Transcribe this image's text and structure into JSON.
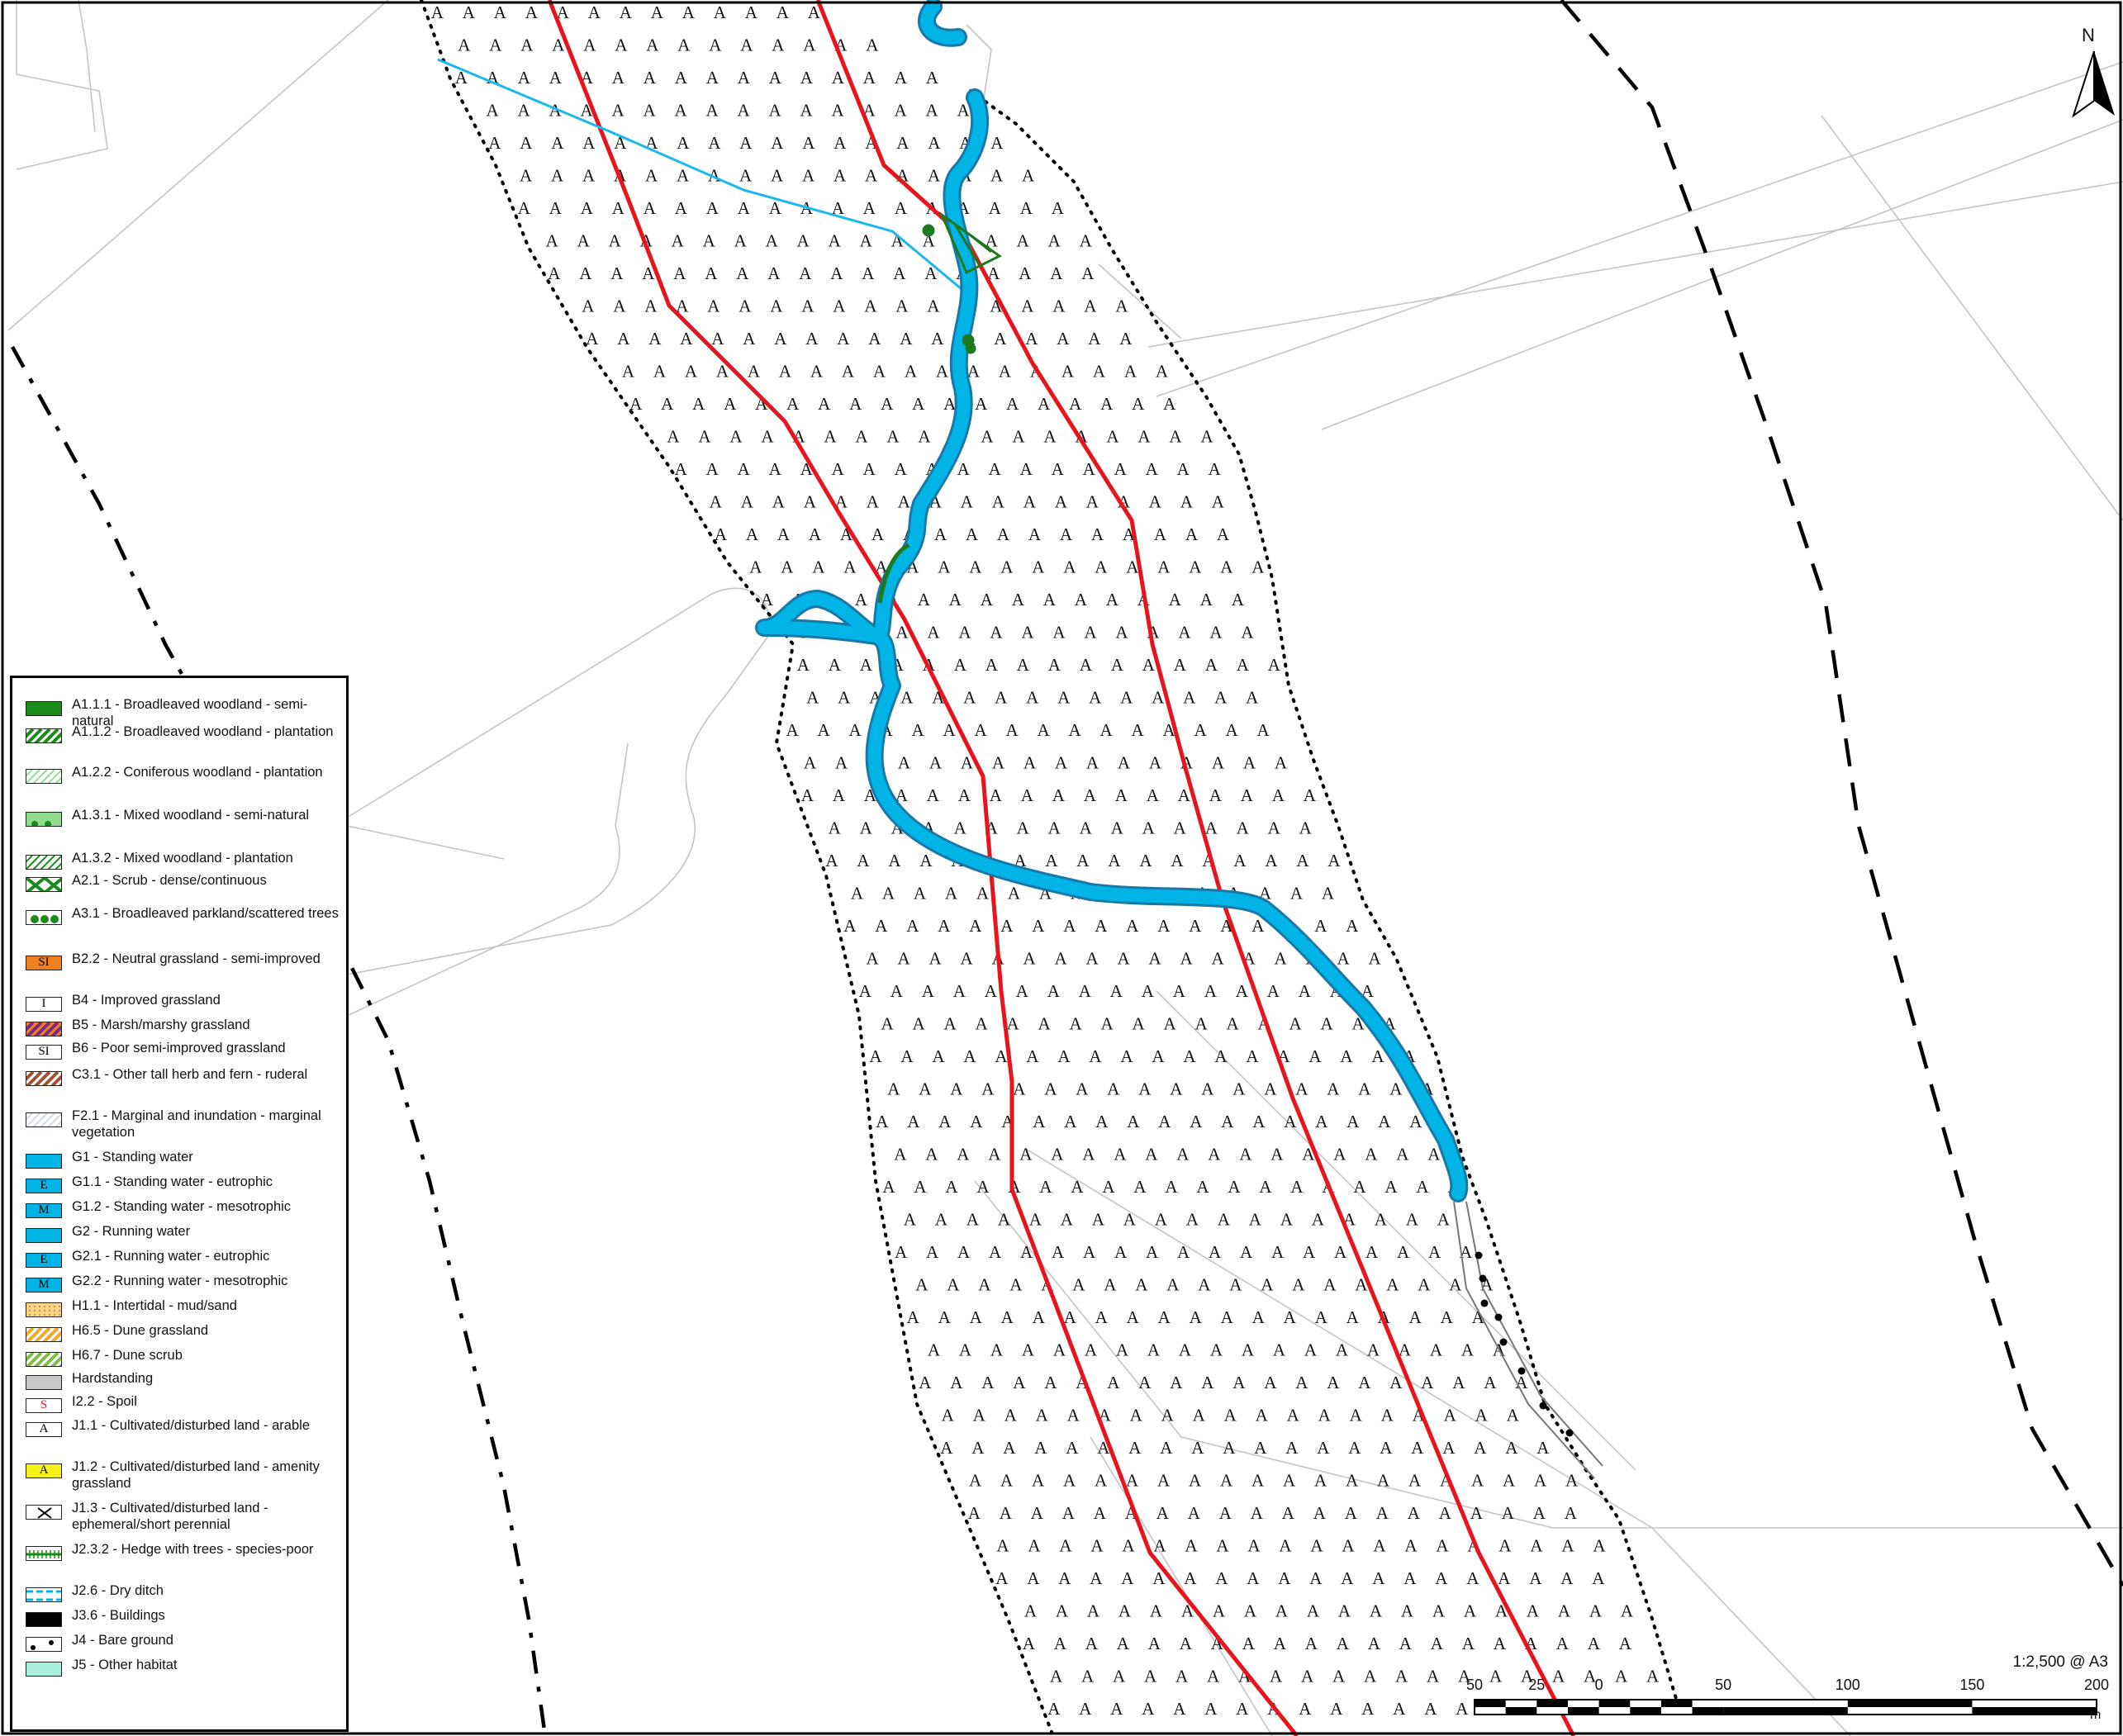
{
  "map": {
    "north_label": "N",
    "scale_text": "1:2,500 @ A3",
    "scale_ticks": [
      "50",
      "25",
      "0",
      "50",
      "100",
      "150",
      "200"
    ],
    "scale_unit": "m",
    "field_code": "A",
    "colors": {
      "red_boundary": "#e8141b",
      "river": "#00b4e6",
      "river_outline": "#1a78a8",
      "woodland": "#1e7a1e",
      "light_line": "#c0c0c0"
    }
  },
  "legend": [
    {
      "code": "",
      "label": "A1.1.1 - Broadleaved woodland - semi-natural",
      "fill": "#1a8a1a",
      "pattern": "solid"
    },
    {
      "code": "",
      "label": "A1.1.2 - Broadleaved woodland - plantation",
      "fill": "#1a8a1a",
      "pattern": "hatch"
    },
    {
      "code": "",
      "label": "A1.2.2 - Coniferous woodland - plantation",
      "fill": "#8fdc8f",
      "pattern": "hatch-light"
    },
    {
      "code": "",
      "label": "A1.3.1 - Mixed woodland - semi-natural",
      "fill": "#8fdc8f",
      "pattern": "dots"
    },
    {
      "code": "",
      "label": "A1.3.2 - Mixed woodland - plantation",
      "fill": "#1a8a1a",
      "pattern": "hatch-light"
    },
    {
      "code": "",
      "label": "A2.1 - Scrub - dense/continuous",
      "fill": "#1a8a1a",
      "pattern": "cross"
    },
    {
      "code": "",
      "label": "A3.1 - Broadleaved parkland/scattered trees",
      "fill": "#1a8a1a",
      "pattern": "trees"
    },
    {
      "code": "SI",
      "label": "B2.2 - Neutral grassland - semi-improved",
      "fill": "#f08020",
      "pattern": "code"
    },
    {
      "code": "I",
      "label": "B4 - Improved grassland",
      "fill": "#ffffff",
      "pattern": "code"
    },
    {
      "code": "",
      "label": "B5 - Marsh/marshy grassland",
      "fill": "#7b2a8c",
      "pattern": "marsh"
    },
    {
      "code": "SI",
      "label": "B6 - Poor semi-improved grassland",
      "fill": "#ffffff",
      "pattern": "code"
    },
    {
      "code": "",
      "label": "C3.1 - Other tall herb and fern - ruderal",
      "fill": "#a0522d",
      "pattern": "hatch"
    },
    {
      "code": "",
      "label": "F2.1 - Marginal and inundation - marginal vegetation",
      "fill": "#cfd8e6",
      "pattern": "hatch-light"
    },
    {
      "code": "",
      "label": "G1 - Standing water",
      "fill": "#00b4e6",
      "pattern": "solid"
    },
    {
      "code": "E",
      "label": "G1.1 - Standing water - eutrophic",
      "fill": "#00b4e6",
      "pattern": "code"
    },
    {
      "code": "M",
      "label": "G1.2 - Standing water - mesotrophic",
      "fill": "#00b4e6",
      "pattern": "code"
    },
    {
      "code": "",
      "label": "G2 - Running water",
      "fill": "#00b4e6",
      "pattern": "solid"
    },
    {
      "code": "E",
      "label": "G2.1 - Running water - eutrophic",
      "fill": "#00b4e6",
      "pattern": "code"
    },
    {
      "code": "M",
      "label": "G2.2 - Running water - mesotrophic",
      "fill": "#00b4e6",
      "pattern": "code"
    },
    {
      "code": "",
      "label": "H1.1 - Intertidal - mud/sand",
      "fill": "#fbd58a",
      "pattern": "dots-fine"
    },
    {
      "code": "",
      "label": "H6.5 - Dune grassland",
      "fill": "#f5a623",
      "pattern": "hatch"
    },
    {
      "code": "",
      "label": "H6.7 - Dune scrub",
      "fill": "#7cbf3c",
      "pattern": "hatch"
    },
    {
      "code": "",
      "label": "Hardstanding",
      "fill": "#c8c8c8",
      "pattern": "solid"
    },
    {
      "code": "S",
      "label": "I2.2 - Spoil",
      "fill": "#ffffff",
      "pattern": "code-red"
    },
    {
      "code": "A",
      "label": "J1.1 - Cultivated/disturbed land - arable",
      "fill": "#ffffff",
      "pattern": "code"
    },
    {
      "code": "A",
      "label": "J1.2 - Cultivated/disturbed land - amenity grassland",
      "fill": "#f7f11b",
      "pattern": "code"
    },
    {
      "code": "",
      "label": "J1.3 - Cultivated/disturbed land - ephemeral/short perennial",
      "fill": "#ffffff",
      "pattern": "x"
    },
    {
      "code": "",
      "label": "J2.3.2 - Hedge with trees - species-poor",
      "fill": "#1a8a1a",
      "pattern": "hedge"
    },
    {
      "code": "",
      "label": "J2.6 - Dry ditch",
      "fill": "#00b4e6",
      "pattern": "ditch"
    },
    {
      "code": "",
      "label": "J3.6 - Buildings",
      "fill": "#000000",
      "pattern": "solid"
    },
    {
      "code": "",
      "label": "J4 - Bare ground",
      "fill": "#ffffff",
      "pattern": "bare"
    },
    {
      "code": "",
      "label": "J5 - Other habitat",
      "fill": "#a8f0dc",
      "pattern": "solid"
    }
  ]
}
